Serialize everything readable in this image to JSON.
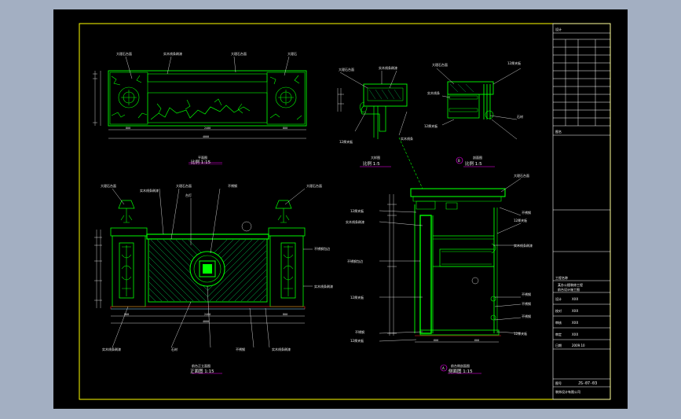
{
  "colors": {
    "background": "#a3afc2",
    "canvas": "#000000",
    "border": "#ffff00",
    "line": "#00ff00",
    "leader": "#ffffff",
    "hatch": "#00c850",
    "cyan": "#00d7ff",
    "red": "#ff2020",
    "magenta": "#ff00ff"
  },
  "plan": {
    "labels": [
      "大理石台面",
      "实木线条刷漆",
      "大理石台面",
      "大理石"
    ],
    "dims_bottom": [
      "800",
      "2400",
      "800"
    ],
    "dim_total": "4000",
    "title": "平面图",
    "scale": "比例 1:15"
  },
  "detail1": {
    "labels": [
      "大理石台面",
      "实木线条刷漆",
      "12厚夹板",
      "实木线条"
    ],
    "title": "大样图",
    "scale": "比例 1:5"
  },
  "detail2": {
    "labels": [
      "大理石台面",
      "12厚夹板",
      "实木线条",
      "12厚夹板",
      "石材"
    ],
    "title": "剖面图",
    "scale": "比例 1:5",
    "marker": "B"
  },
  "elevation": {
    "labels_top": [
      "大理石台面",
      "实木线条刷漆",
      "大理石台面",
      "不锈钢",
      "大理石台面",
      "台灯"
    ],
    "labels_right": [
      "不锈钢包边",
      "实木线条刷漆"
    ],
    "labels_bottom": [
      "实木线条刷漆",
      "石材",
      "不锈钢",
      "实木线条刷漆"
    ],
    "dims_bottom": [
      "800",
      "2400",
      "800"
    ],
    "dim_total": "4000",
    "title": "前台正立面图",
    "scale": "正面图 1:15"
  },
  "section": {
    "labels_left": [
      "12厚夹板",
      "实木线条刷漆",
      "不锈钢包边",
      "12厚夹板",
      "不锈钢",
      "12厚夹板"
    ],
    "labels_right": [
      "大理石台面",
      "不锈钢",
      "12厚夹板",
      "实木线条刷漆",
      "不锈钢",
      "不锈钢",
      "不锈钢",
      "12厚夹板"
    ],
    "dims_bottom": [
      "600",
      "600"
    ],
    "title": "前台侧剖面图",
    "scale": "侧面图 1:15",
    "marker": "A"
  },
  "titleblock": {
    "logo": "设计",
    "heading": "图名",
    "project_label": "工程名称",
    "project": "某办公楼装修工程",
    "project2": "前台设计施工图",
    "rows": [
      "设计",
      "校对",
      "审核",
      "审定"
    ],
    "row_vals": [
      "XXX",
      "XXX",
      "XXX",
      "XXX"
    ],
    "date_label": "日期",
    "date": "2009.10",
    "no_label": "图号",
    "no": "JS-07-03",
    "company": "装饰设计有限公司"
  }
}
